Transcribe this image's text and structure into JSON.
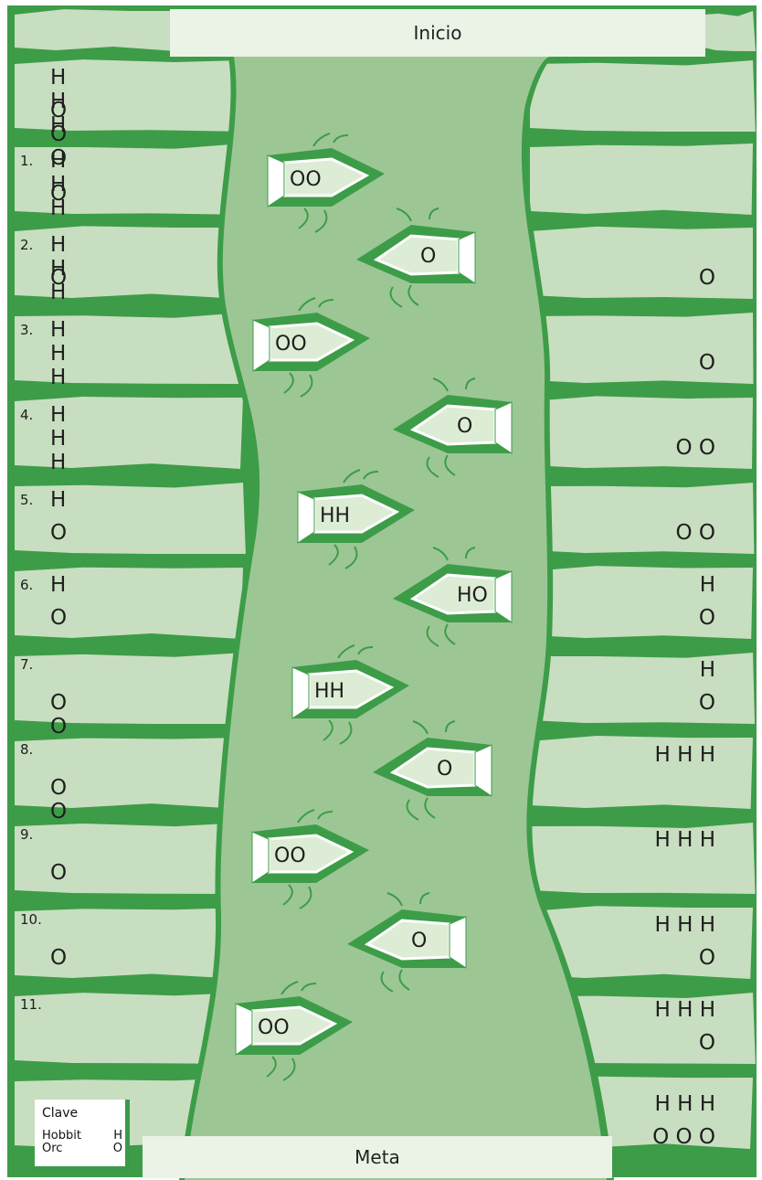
{
  "start_label": "Inicio",
  "goal_label": "Meta",
  "initial": {
    "left": [
      "H H H",
      "O O O"
    ],
    "right": [
      "",
      ""
    ]
  },
  "steps": [
    {
      "num": "1.",
      "left": [
        "H H H",
        "O"
      ],
      "right": [
        "",
        ""
      ],
      "boat": "OO"
    },
    {
      "num": "2.",
      "left": [
        "H H H",
        "O"
      ],
      "right": [
        "",
        "O"
      ],
      "boat": "O"
    },
    {
      "num": "3.",
      "left": [
        "H H H",
        ""
      ],
      "right": [
        "",
        "O"
      ],
      "boat": "OO"
    },
    {
      "num": "4.",
      "left": [
        "H H H",
        ""
      ],
      "right": [
        "",
        "O O"
      ],
      "boat": "O"
    },
    {
      "num": "5.",
      "left": [
        "H",
        "O"
      ],
      "right": [
        "",
        "O O"
      ],
      "boat": "HH"
    },
    {
      "num": "6.",
      "left": [
        "H",
        "O"
      ],
      "right": [
        "H",
        "O"
      ],
      "boat": "HO"
    },
    {
      "num": "7.",
      "left": [
        "",
        "O O"
      ],
      "right": [
        "H",
        "O"
      ],
      "boat": "HH"
    },
    {
      "num": "8.",
      "left": [
        "",
        "O O"
      ],
      "right": [
        "H H H",
        ""
      ],
      "boat": "O"
    },
    {
      "num": "9.",
      "left": [
        "",
        "O"
      ],
      "right": [
        "H H H",
        ""
      ],
      "boat": "OO"
    },
    {
      "num": "10.",
      "left": [
        "",
        "O"
      ],
      "right": [
        "H H H",
        "O"
      ],
      "boat": "O"
    },
    {
      "num": "11.",
      "left": [
        "",
        ""
      ],
      "right": [
        "H H H",
        "O"
      ],
      "boat": "OO"
    }
  ],
  "final": {
    "left": [
      "",
      ""
    ],
    "right": [
      "H H H",
      "O O O"
    ]
  },
  "legend": {
    "title": "Clave",
    "hobbit_label": "Hobbit",
    "hobbit_symbol": "H",
    "orc_label": "Orc",
    "orc_symbol": "O"
  },
  "colors": {
    "bank_fill": "#c8dec0",
    "bank_edge": "#3d9c48",
    "river": "#9cc795",
    "banner": "#eaf3e6"
  }
}
